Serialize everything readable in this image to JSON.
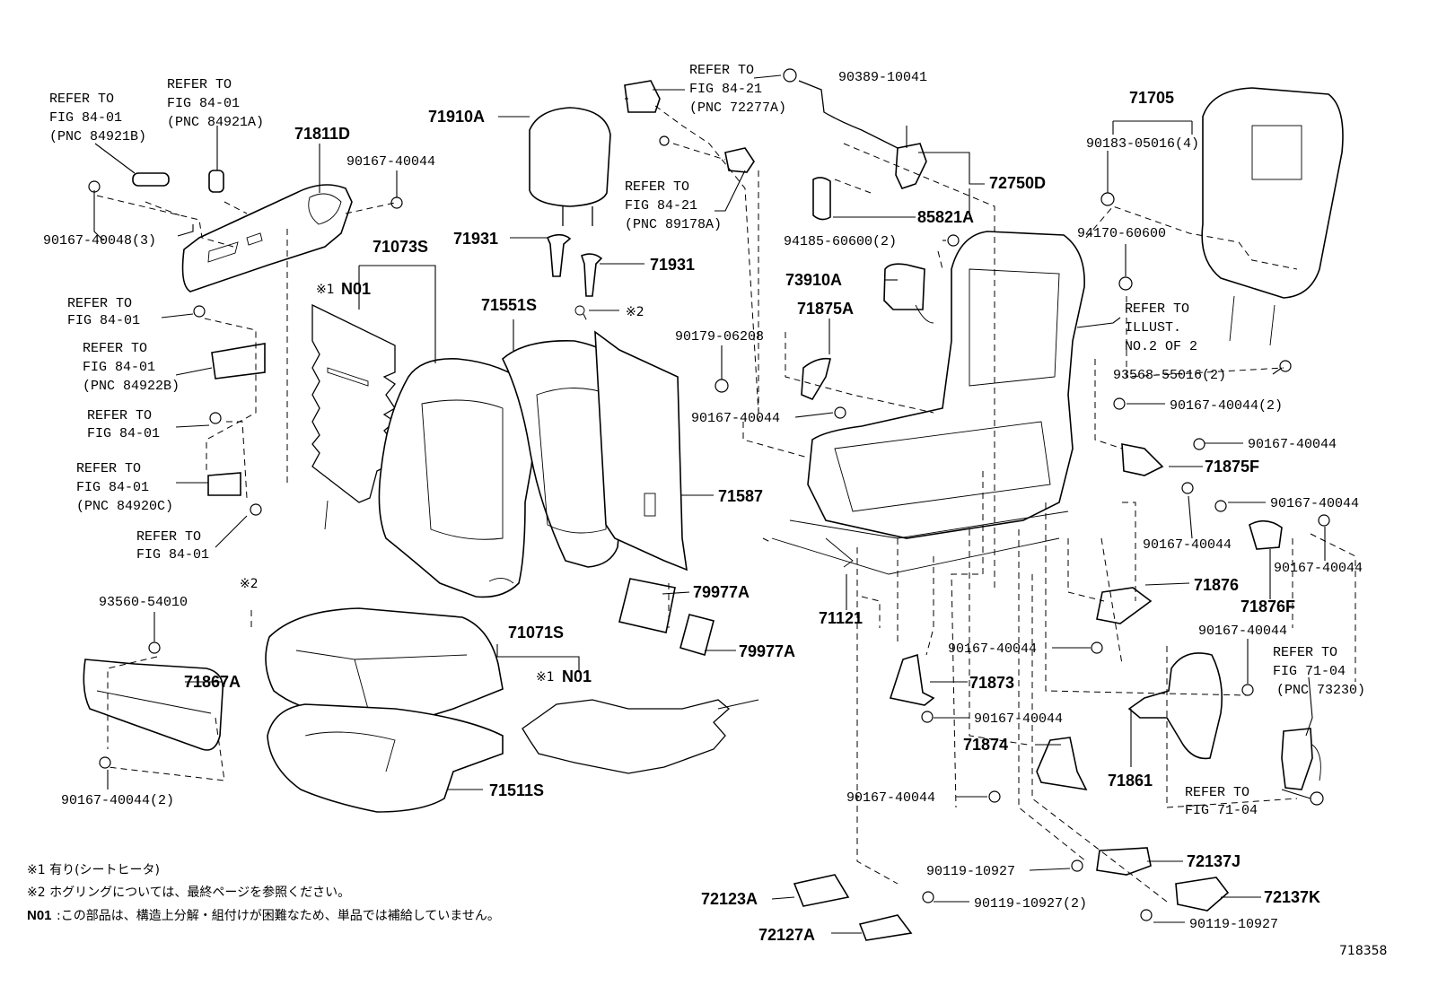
{
  "diagram_id": "718358",
  "notes": {
    "note1": "※1 有り(シートヒータ)",
    "note2": "※2 ホグリングについては、最終ページを参照ください。",
    "note3_key": "N01",
    "note3_text": ":この部品は、構造上分解・組付けが困難なため、単品では補給していません。"
  },
  "refs": {
    "r1": [
      "REFER TO",
      "FIG 84-01",
      "(PNC 84921B)"
    ],
    "r2": [
      "REFER TO",
      "FIG 84-01",
      "(PNC 84921A)"
    ],
    "r3": [
      "REFER TO",
      "FIG 84-21",
      "(PNC 72277A)"
    ],
    "r4": [
      "REFER TO",
      "FIG 84-21",
      "(PNC 89178A)"
    ],
    "r5": [
      "REFER TO",
      "FIG 84-01"
    ],
    "r6": [
      "REFER TO",
      "FIG 84-01",
      "(PNC 84922B)"
    ],
    "r7": [
      "REFER TO",
      "FIG 84-01"
    ],
    "r8": [
      "REFER TO",
      "FIG 84-01",
      "(PNC 84920C)"
    ],
    "r9": [
      "REFER TO",
      "FIG 84-01"
    ],
    "r10": [
      "REFER TO",
      "ILLUST.",
      "NO.2 OF 2"
    ],
    "r11": [
      "REFER TO",
      "FIG 71-04",
      "(PNC 73230)"
    ],
    "r12": [
      "REFER TO",
      "FIG 71-04"
    ]
  },
  "parts": {
    "p71811D": "71811D",
    "p90167_40044_a": "90167-40044",
    "p90167_40048": "90167-40048(3)",
    "p71910A": "71910A",
    "p71931_a": "71931",
    "p71931_b": "71931",
    "mark2_a": "※2",
    "p71073S": "71073S",
    "mark1_a": "※1",
    "n01_a": "N01",
    "p71551S": "71551S",
    "p90389": "90389-10041",
    "p85821A": "85821A",
    "p72750D": "72750D",
    "p71705": "71705",
    "p90183": "90183-05016(4)",
    "p94185": "94185-60600(2)",
    "p94170": "94170-60600",
    "p73910A": "73910A",
    "p71875A": "71875A",
    "p90179": "90179-06208",
    "p90167_40044_b": "90167-40044",
    "p93568": "93568-55016(2)",
    "p90167_40044_c": "90167-40044(2)",
    "p90167_40044_d": "90167-40044",
    "p71875F": "71875F",
    "p71587": "71587",
    "p90167_40044_e": "90167-40044",
    "p90167_40044_f": "90167-40044",
    "p90167_40044_g": "90167-40044",
    "p71876": "71876",
    "p71876F": "71876F",
    "p71121": "71121",
    "p79977A_a": "79977A",
    "p79977A_b": "79977A",
    "p93560": "93560-54010",
    "mark2_b": "※2",
    "p71867A": "71867A",
    "p90167_40044_2": "90167-40044(2)",
    "p71071S": "71071S",
    "mark1_b": "※1",
    "n01_b": "N01",
    "p71511S": "71511S",
    "p90167_40044_h": "90167-40044",
    "p71873": "71873",
    "p90167_40044_i": "90167-40044",
    "p71874": "71874",
    "p90167_40044_j": "90167-40044",
    "p90167_40044_k": "90167-40044",
    "p71861": "71861",
    "p72137J": "72137J",
    "p90119_a": "90119-10927",
    "p90119_2": "90119-10927(2)",
    "p72123A": "72123A",
    "p72137K": "72137K",
    "p90119_b": "90119-10927",
    "p72127A": "72127A"
  }
}
